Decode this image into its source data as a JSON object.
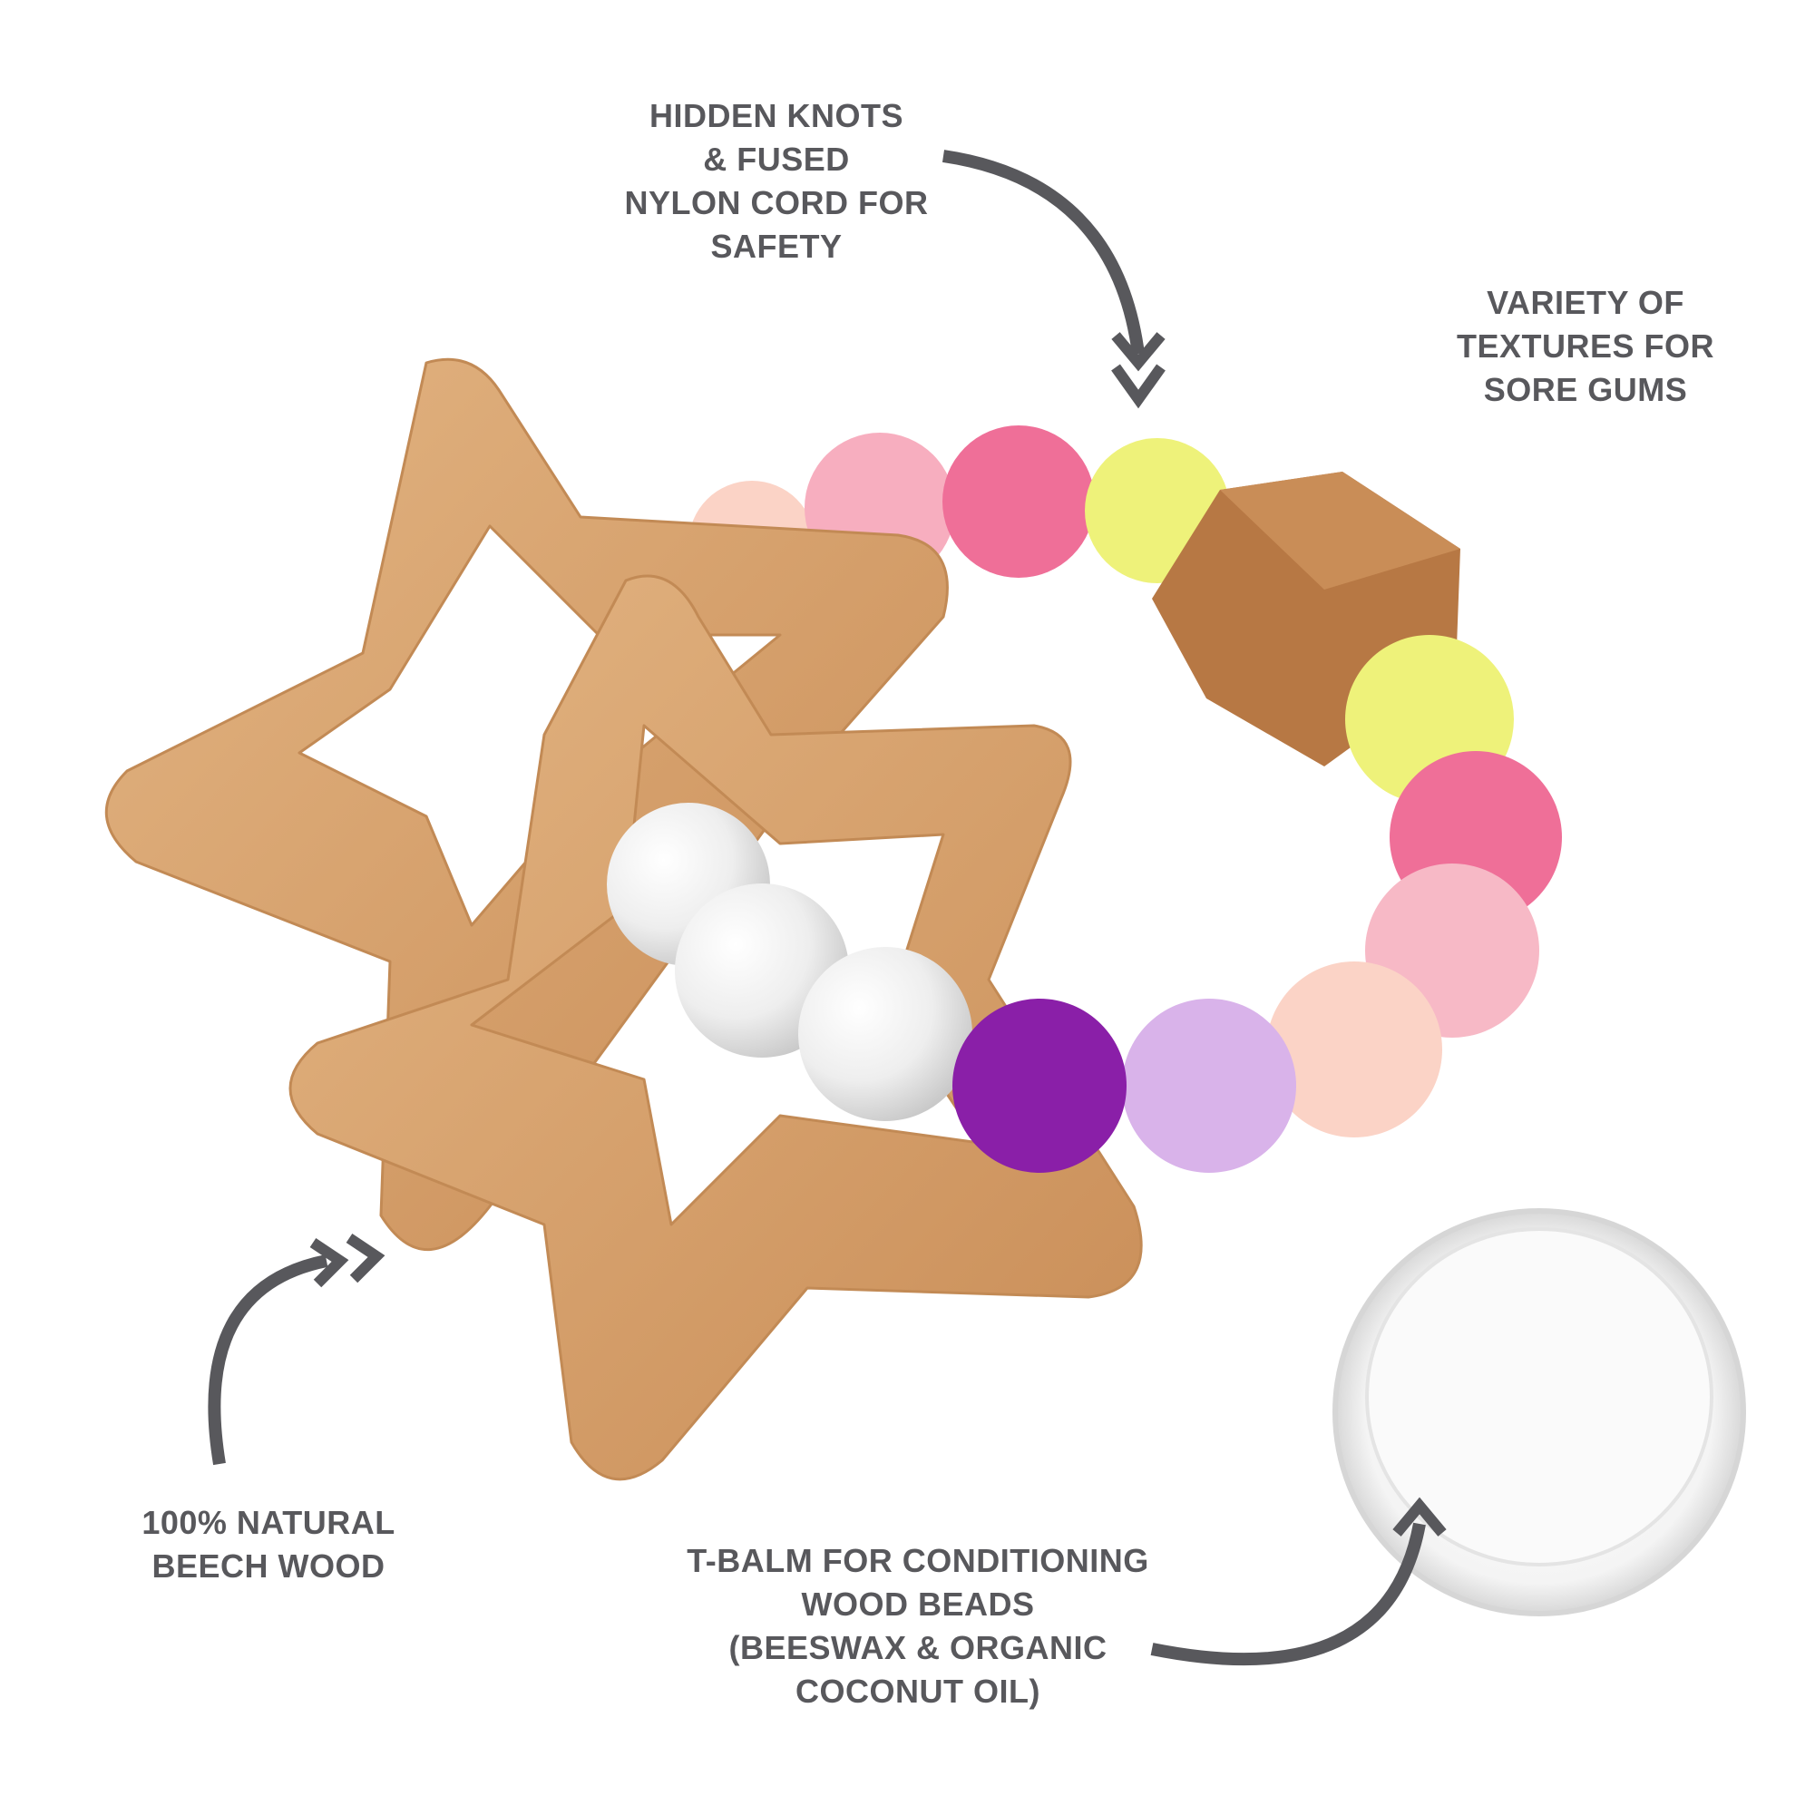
{
  "callouts": {
    "cord": {
      "lines": [
        "HIDDEN KNOTS",
        "& FUSED",
        "NYLON CORD FOR",
        "SAFETY"
      ]
    },
    "textures": {
      "lines": [
        "VARIETY OF",
        "TEXTURES FOR",
        "SORE GUMS"
      ]
    },
    "wood": {
      "lines": [
        "100% NATURAL",
        "BEECH WOOD"
      ]
    },
    "balm": {
      "lines": [
        "T-BALM FOR CONDITIONING",
        "WOOD BEADS",
        "(BEESWAX & ORGANIC",
        "COCONUT OIL)"
      ]
    }
  },
  "colors": {
    "text": "#58585c",
    "arrow": "#58585c",
    "wood": "#d9a66f",
    "wood_dark": "#a86f3f",
    "pink_light": "#f7aebf",
    "pink_hot": "#ef6f98",
    "yellow": "#eef27a",
    "peach": "#fbd3c6",
    "lavender": "#d9b3ea",
    "purple": "#8a1fa8",
    "pearl": "#eeeeee"
  }
}
